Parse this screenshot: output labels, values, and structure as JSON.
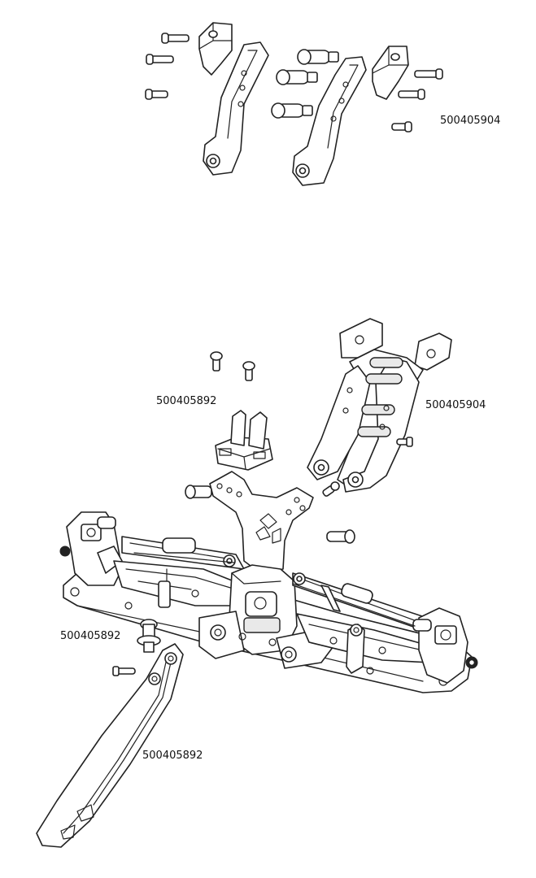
{
  "labels": {
    "top_right": "500405904",
    "mount_right": "500405904",
    "mount_left": "500405892",
    "post": "500405892",
    "arm": "500405892"
  }
}
